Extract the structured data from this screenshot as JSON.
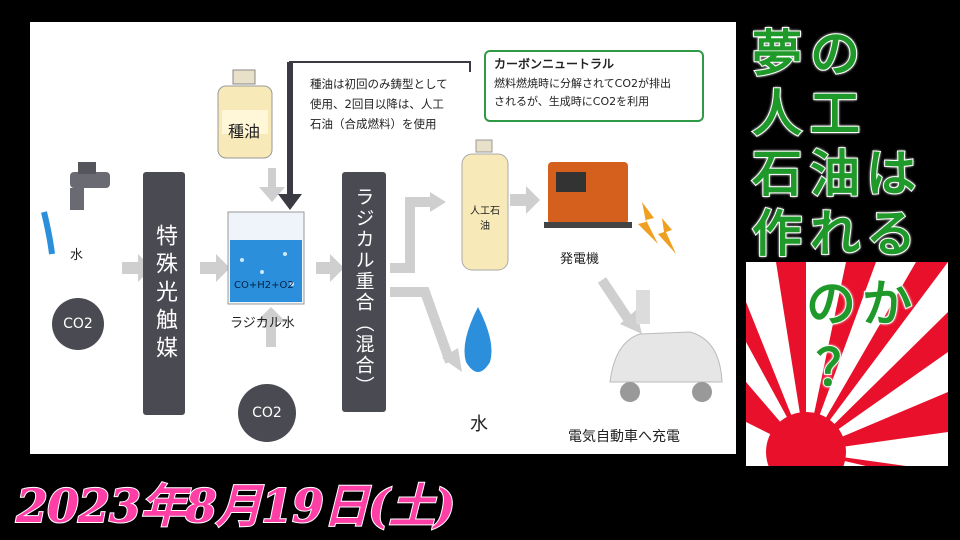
{
  "diagram": {
    "water_label": "水",
    "co2_label": "CO2",
    "photocatalyst_label": "特殊光触媒",
    "seed_oil_label": "種油",
    "seed_oil_note": [
      "種油は初回のみ鋳型として",
      "使用、2回目以降は、人工",
      "石油（合成燃料）を使用"
    ],
    "beaker_formula": "CO+H2+O2",
    "radical_water_label": "ラジカル水",
    "radical_polymerization_label": "ラジカル重合（混合）",
    "artificial_oil_label": "人工石油",
    "water_output_label": "水",
    "generator_label": "発電機",
    "ev_label": "電気自動車へ充電",
    "carbon_neutral": {
      "title": "カーボンニュートラル",
      "line1": "燃料燃焼時に分解されてCO2が排出",
      "line2": "されるが、生成時にCO2を利用"
    }
  },
  "title": {
    "chars": [
      "夢",
      "の",
      "人",
      "工",
      "石",
      "油",
      "は",
      "作",
      "れ",
      "る",
      "の",
      "か",
      "？"
    ]
  },
  "date": "2023年8月19日(土)",
  "colors": {
    "background": "#000000",
    "title_green": "#1f9a2a",
    "date_pink": "#ff3fa6",
    "flag_red": "#e8102a",
    "box_dark": "#4a4a52",
    "arrow_gray": "#cfcfcf",
    "water_blue": "#2b8fdc"
  }
}
